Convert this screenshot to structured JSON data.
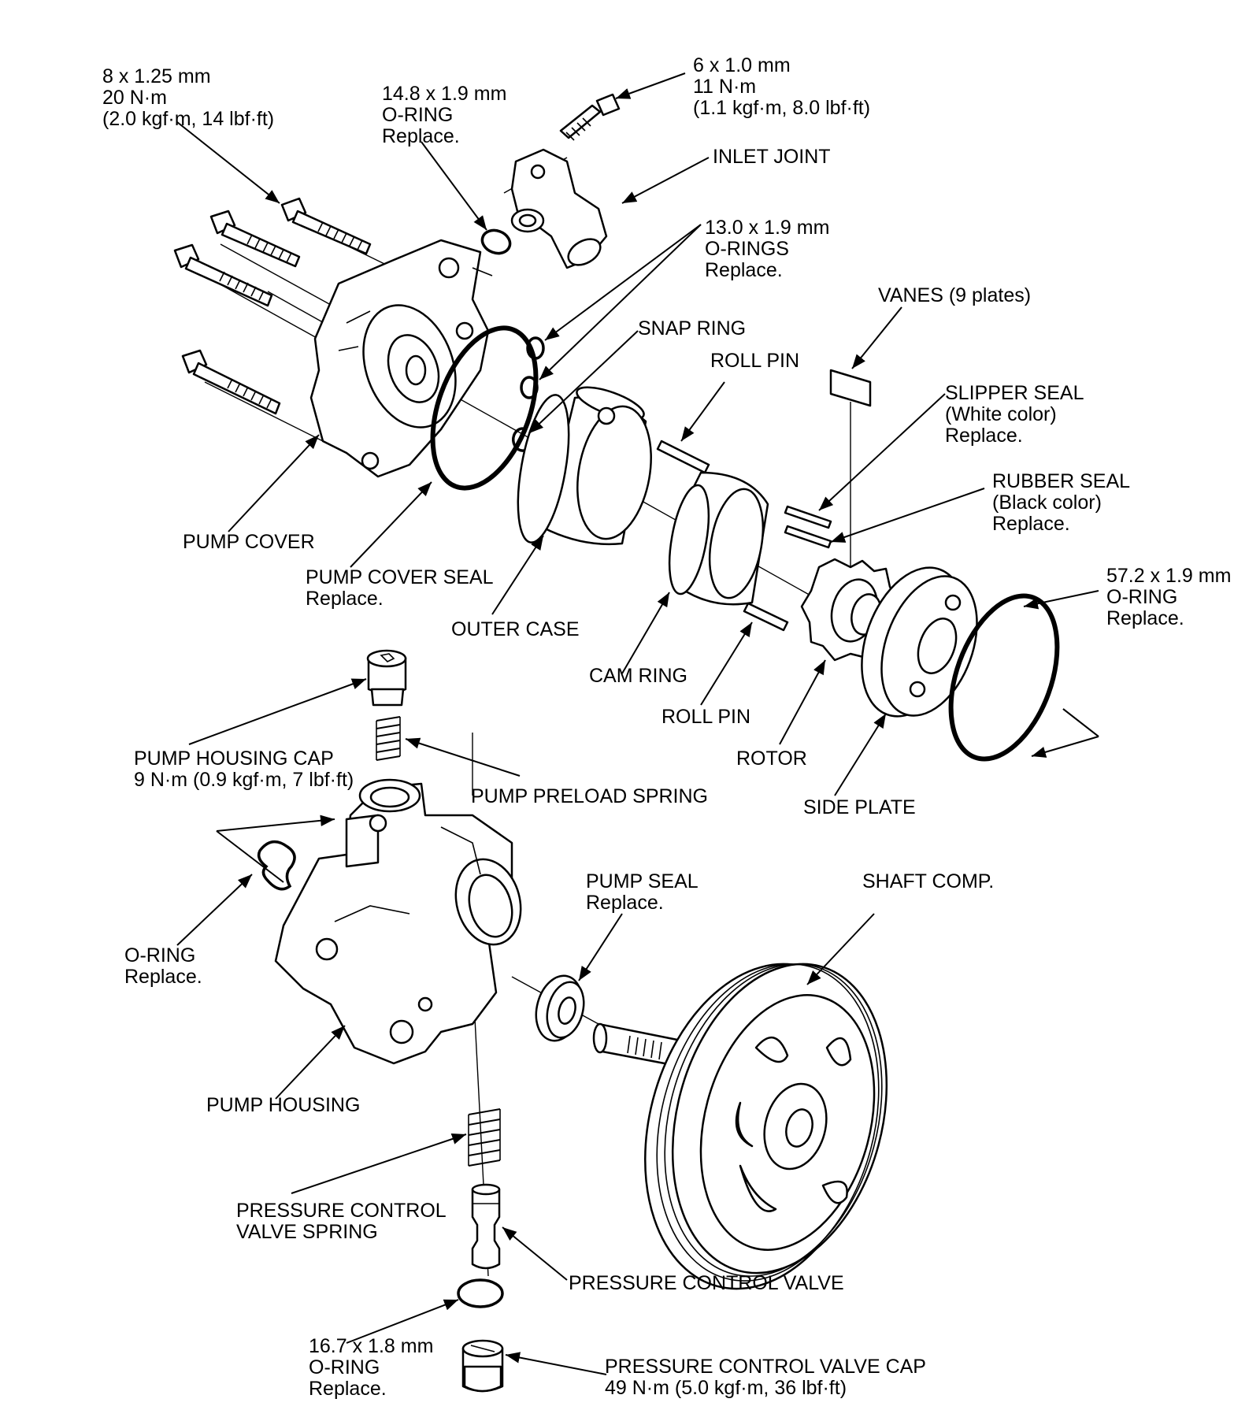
{
  "labels": {
    "bolt_8": [
      "8 x 1.25 mm",
      "20 N·m",
      "(2.0 kgf·m, 14 lbf·ft)"
    ],
    "oring_148": [
      "14.8 x 1.9 mm",
      "O-RING",
      "Replace."
    ],
    "bolt_6": [
      "6 x 1.0 mm",
      "11 N·m",
      "(1.1 kgf·m, 8.0 lbf·ft)"
    ],
    "inlet_joint": [
      "INLET JOINT"
    ],
    "orings_130": [
      "13.0 x 1.9 mm",
      "O-RINGS",
      "Replace."
    ],
    "vanes": [
      "VANES (9 plates)"
    ],
    "snap_ring": [
      "SNAP RING"
    ],
    "roll_pin_top": [
      "ROLL PIN"
    ],
    "slipper_seal": [
      "SLIPPER SEAL",
      "(White color)",
      "Replace."
    ],
    "rubber_seal": [
      "RUBBER SEAL",
      "(Black color)",
      "Replace."
    ],
    "oring_572": [
      "57.2 x 1.9 mm",
      "O-RING",
      "Replace."
    ],
    "pump_cover": [
      "PUMP COVER"
    ],
    "pump_cover_seal": [
      "PUMP COVER SEAL",
      "Replace."
    ],
    "outer_case": [
      "OUTER CASE"
    ],
    "cam_ring": [
      "CAM RING"
    ],
    "roll_pin_bottom": [
      "ROLL PIN"
    ],
    "rotor": [
      "ROTOR"
    ],
    "side_plate": [
      "SIDE PLATE"
    ],
    "pump_housing_cap": [
      "PUMP HOUSING CAP",
      "9 N·m (0.9 kgf·m, 7 lbf·ft)"
    ],
    "pump_preload_spring": [
      "PUMP PRELOAD SPRING"
    ],
    "o_ring_housing": [
      "O-RING",
      "Replace."
    ],
    "pump_seal": [
      "PUMP SEAL",
      "Replace."
    ],
    "shaft_comp": [
      "SHAFT COMP."
    ],
    "pump_housing": [
      "PUMP HOUSING"
    ],
    "pcv_spring": [
      "PRESSURE CONTROL",
      "VALVE SPRING"
    ],
    "pcv": [
      "PRESSURE CONTROL VALVE"
    ],
    "oring_167": [
      "16.7 x 1.8 mm",
      "O-RING",
      "Replace."
    ],
    "pcv_cap": [
      "PRESSURE CONTROL VALVE CAP",
      "49 N·m (5.0 kgf·m, 36 lbf·ft)"
    ]
  },
  "colors": {
    "ink": "#000000",
    "paper": "#ffffff"
  }
}
